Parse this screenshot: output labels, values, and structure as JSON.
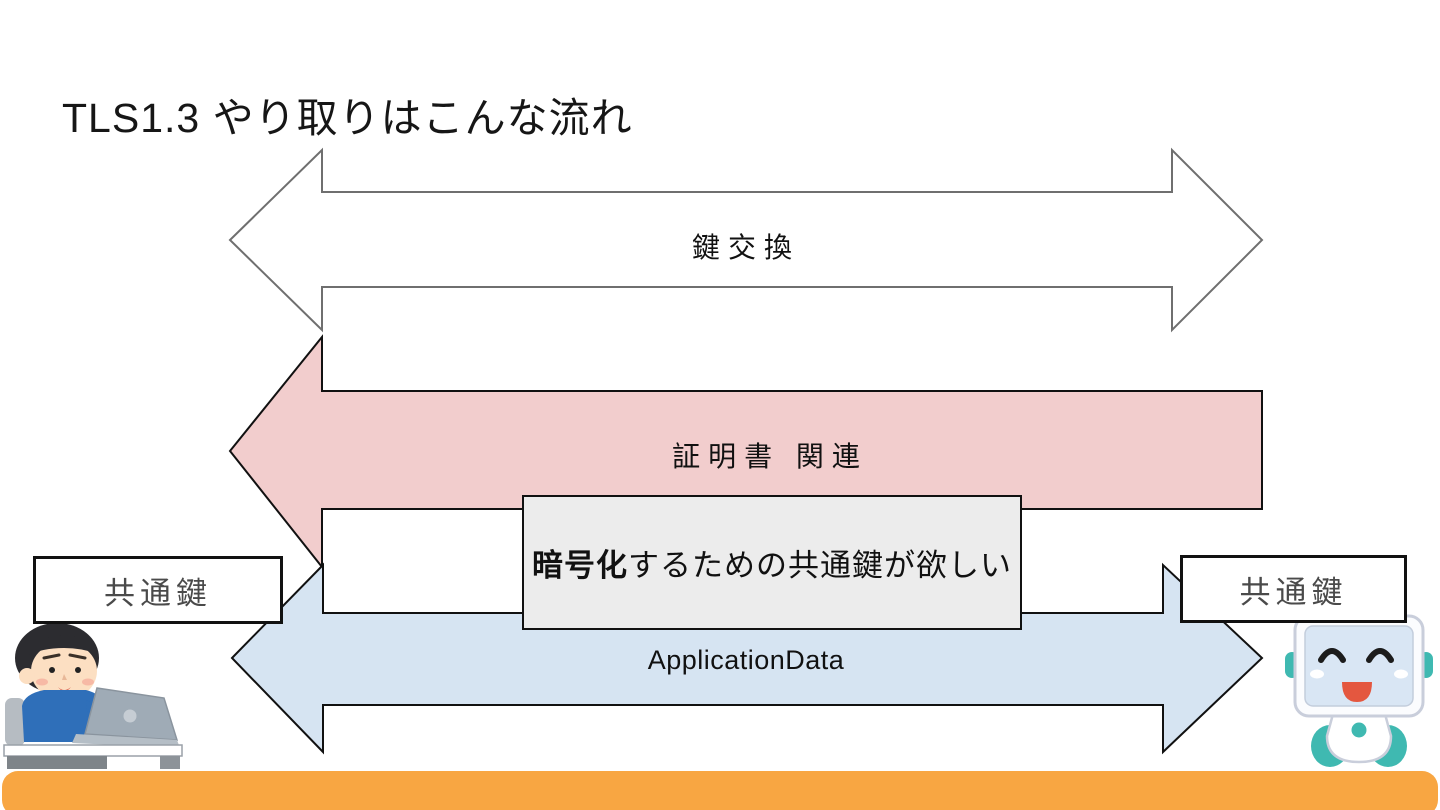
{
  "slide": {
    "title": "TLS1.3 やり取りはこんな流れ"
  },
  "diagram": {
    "arrows": [
      {
        "id": "key-exchange",
        "label": "鍵交換",
        "direction": "both",
        "fill": "#FFFFFF",
        "border": "#6F6F6F"
      },
      {
        "id": "certificate",
        "label": "証明書 関連",
        "direction": "left",
        "fill": "#F2CDCD",
        "border": "#111111"
      },
      {
        "id": "application-data",
        "label": "ApplicationData",
        "direction": "both",
        "fill": "#D6E4F2",
        "border": "#111111"
      }
    ],
    "note_box": {
      "bold": "暗号化",
      "rest": " するための共通鍵が欲しい",
      "fill": "#ECECEC"
    },
    "key_label_left": "共通鍵",
    "key_label_right": "共通鍵",
    "actor_left": "person-at-laptop",
    "actor_right": "robot",
    "footer_bar_color": "#F8A642"
  }
}
